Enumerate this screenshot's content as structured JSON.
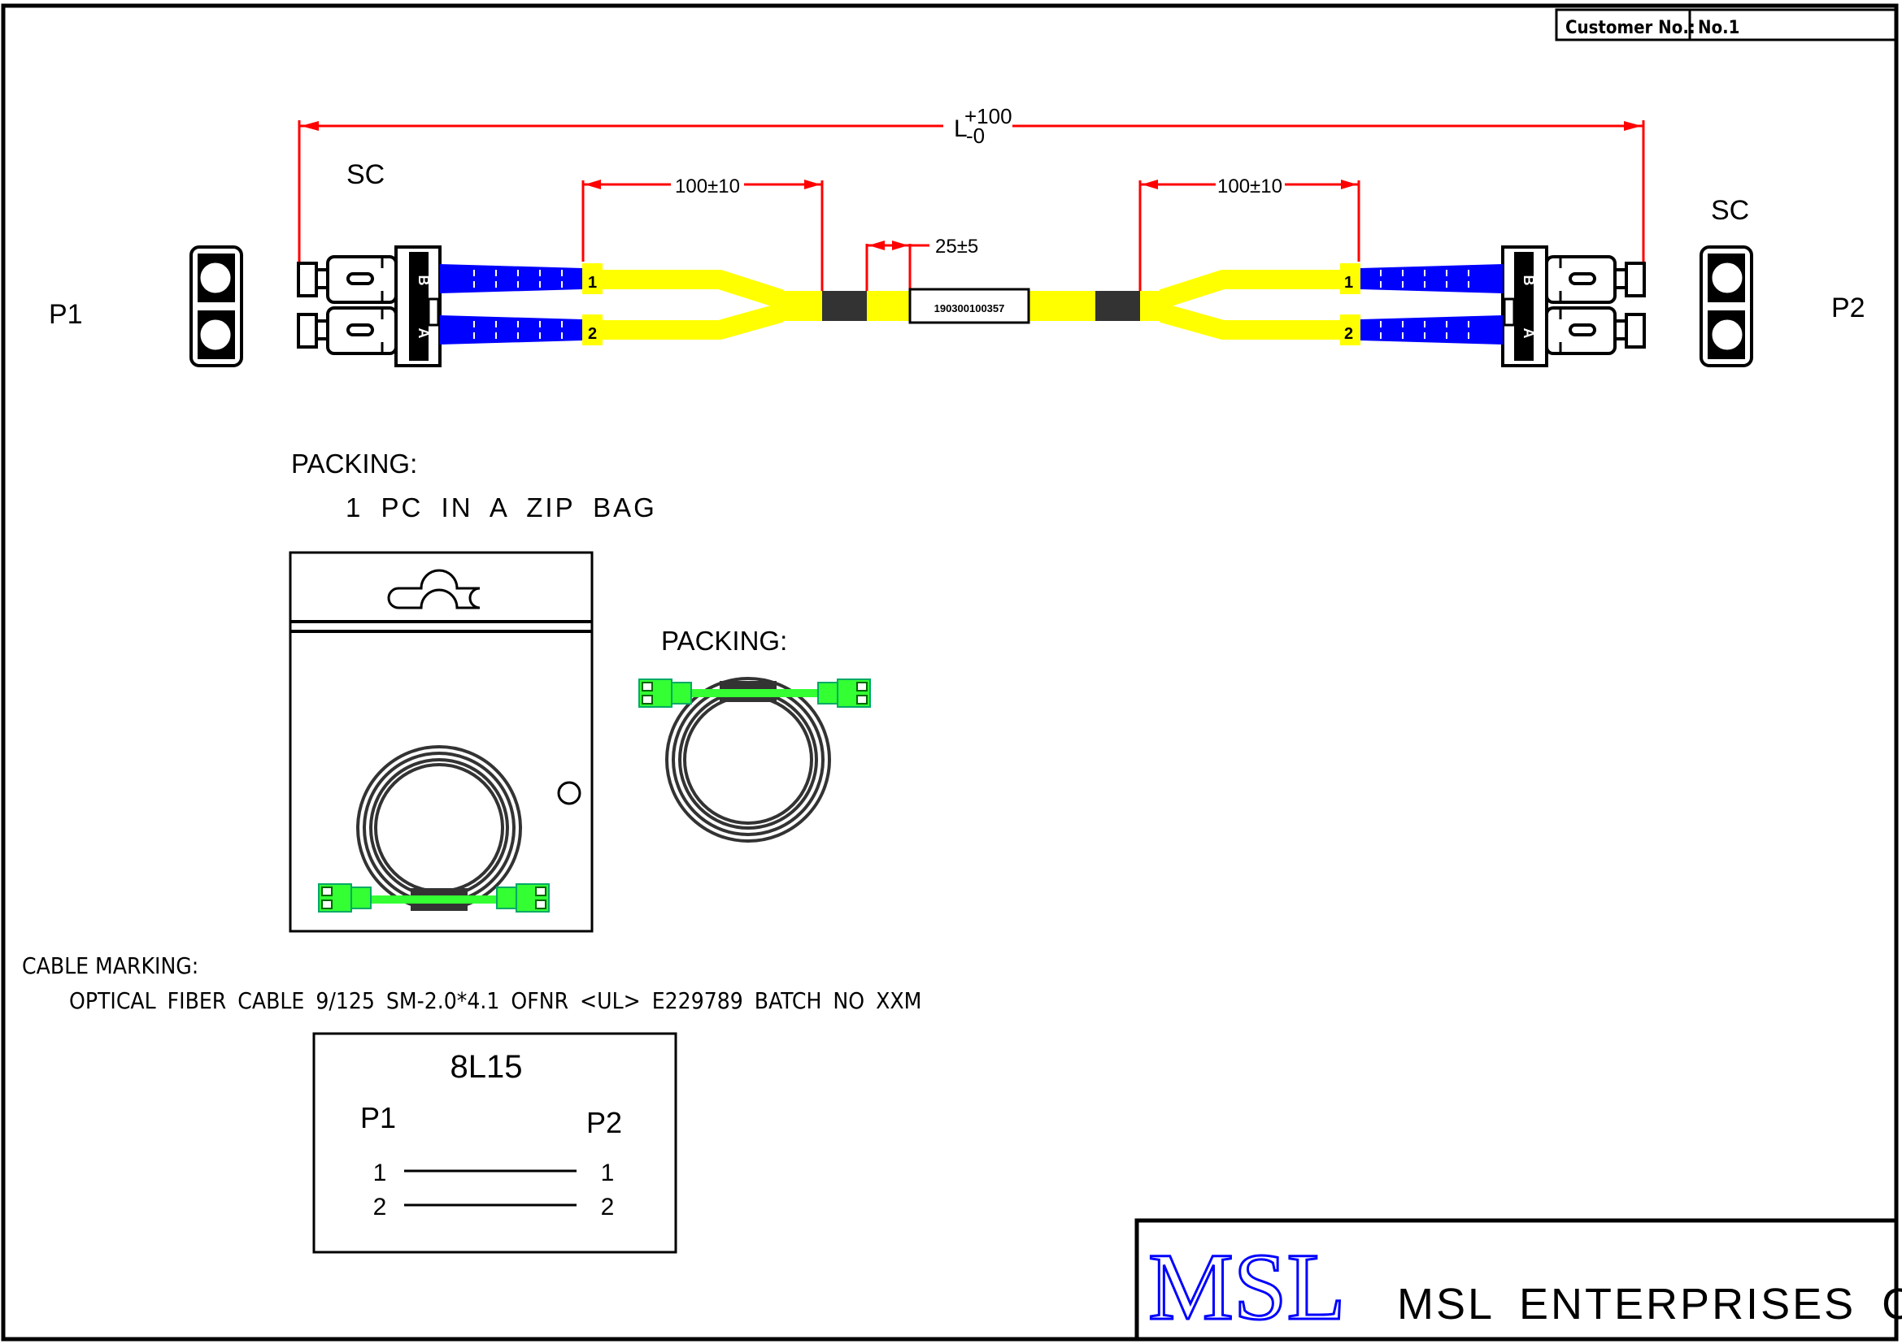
{
  "header": {
    "customer_label": "Customer No.:",
    "customer_value": "No.1"
  },
  "dimensions": {
    "overall_length": "L",
    "overall_tol_plus": "+100",
    "overall_tol_minus": "-0",
    "breakout_left": "100±10",
    "breakout_right": "100±10",
    "label_offset": "25±5"
  },
  "connectors": {
    "left_type": "SC",
    "right_type": "SC",
    "left_end": "P1",
    "right_end": "P2",
    "port_1": "1",
    "port_2": "2",
    "boot_top": "B",
    "boot_bottom": "A"
  },
  "cable_label": "190300100357",
  "packing": {
    "title": "PACKING:",
    "description": "1 PC IN A ZIP BAG",
    "title2": "PACKING:"
  },
  "cable_marking": {
    "title": "CABLE MARKING:",
    "text": "OPTICAL FIBER CABLE 9/125 SM-2.0*4.1 OFNR <UL> E229789 BATCH NO XXM"
  },
  "wiring": {
    "code": "8L15",
    "left_header": "P1",
    "right_header": "P2",
    "rows": [
      {
        "left": "1",
        "right": "1"
      },
      {
        "left": "2",
        "right": "2"
      }
    ]
  },
  "logo": {
    "mark": "MSL",
    "company": "MSL ENTERPRISES CORP."
  },
  "colors": {
    "dimension": "#ff0000",
    "fiber": "#ffff00",
    "boot": "#0000ff",
    "packing_connector": "#33ff33",
    "logo": "#0000ff"
  }
}
